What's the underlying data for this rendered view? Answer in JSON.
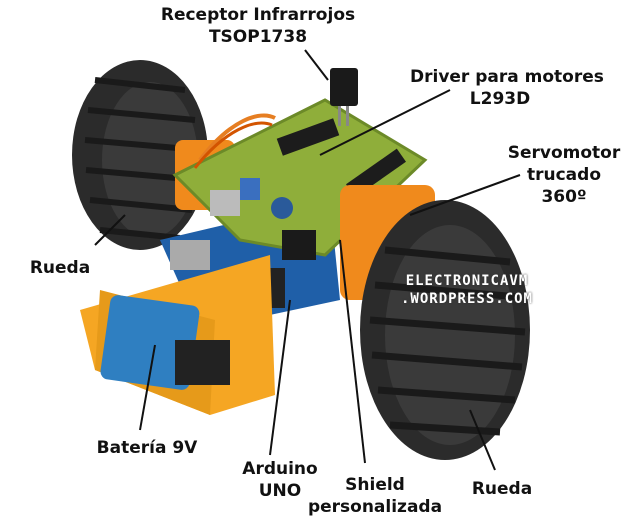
{
  "labels": {
    "receptor_line1": "Receptor Infrarrojos",
    "receptor_line2": "TSOP1738",
    "driver_line1": "Driver para motores",
    "driver_line2": "L293D",
    "servo_line1": "Servomotor",
    "servo_line2": "trucado",
    "servo_line3": "360º",
    "rueda_left": "Rueda",
    "rueda_right": "Rueda",
    "bateria": "Batería 9V",
    "arduino_line1": "Arduino",
    "arduino_line2": "UNO",
    "shield_line1": "Shield",
    "shield_line2": "personalizada"
  },
  "watermark": {
    "line1": "ELECTRONICAVM",
    "line2": ".WORDPRESS.COM"
  },
  "colors": {
    "chassis": "#f5a623",
    "tire": "#2a2a2a",
    "pcb": "#8fae3a",
    "battery": "#2f7fc1",
    "servo": "#f08a1c",
    "arduino": "#1f5fa8"
  }
}
